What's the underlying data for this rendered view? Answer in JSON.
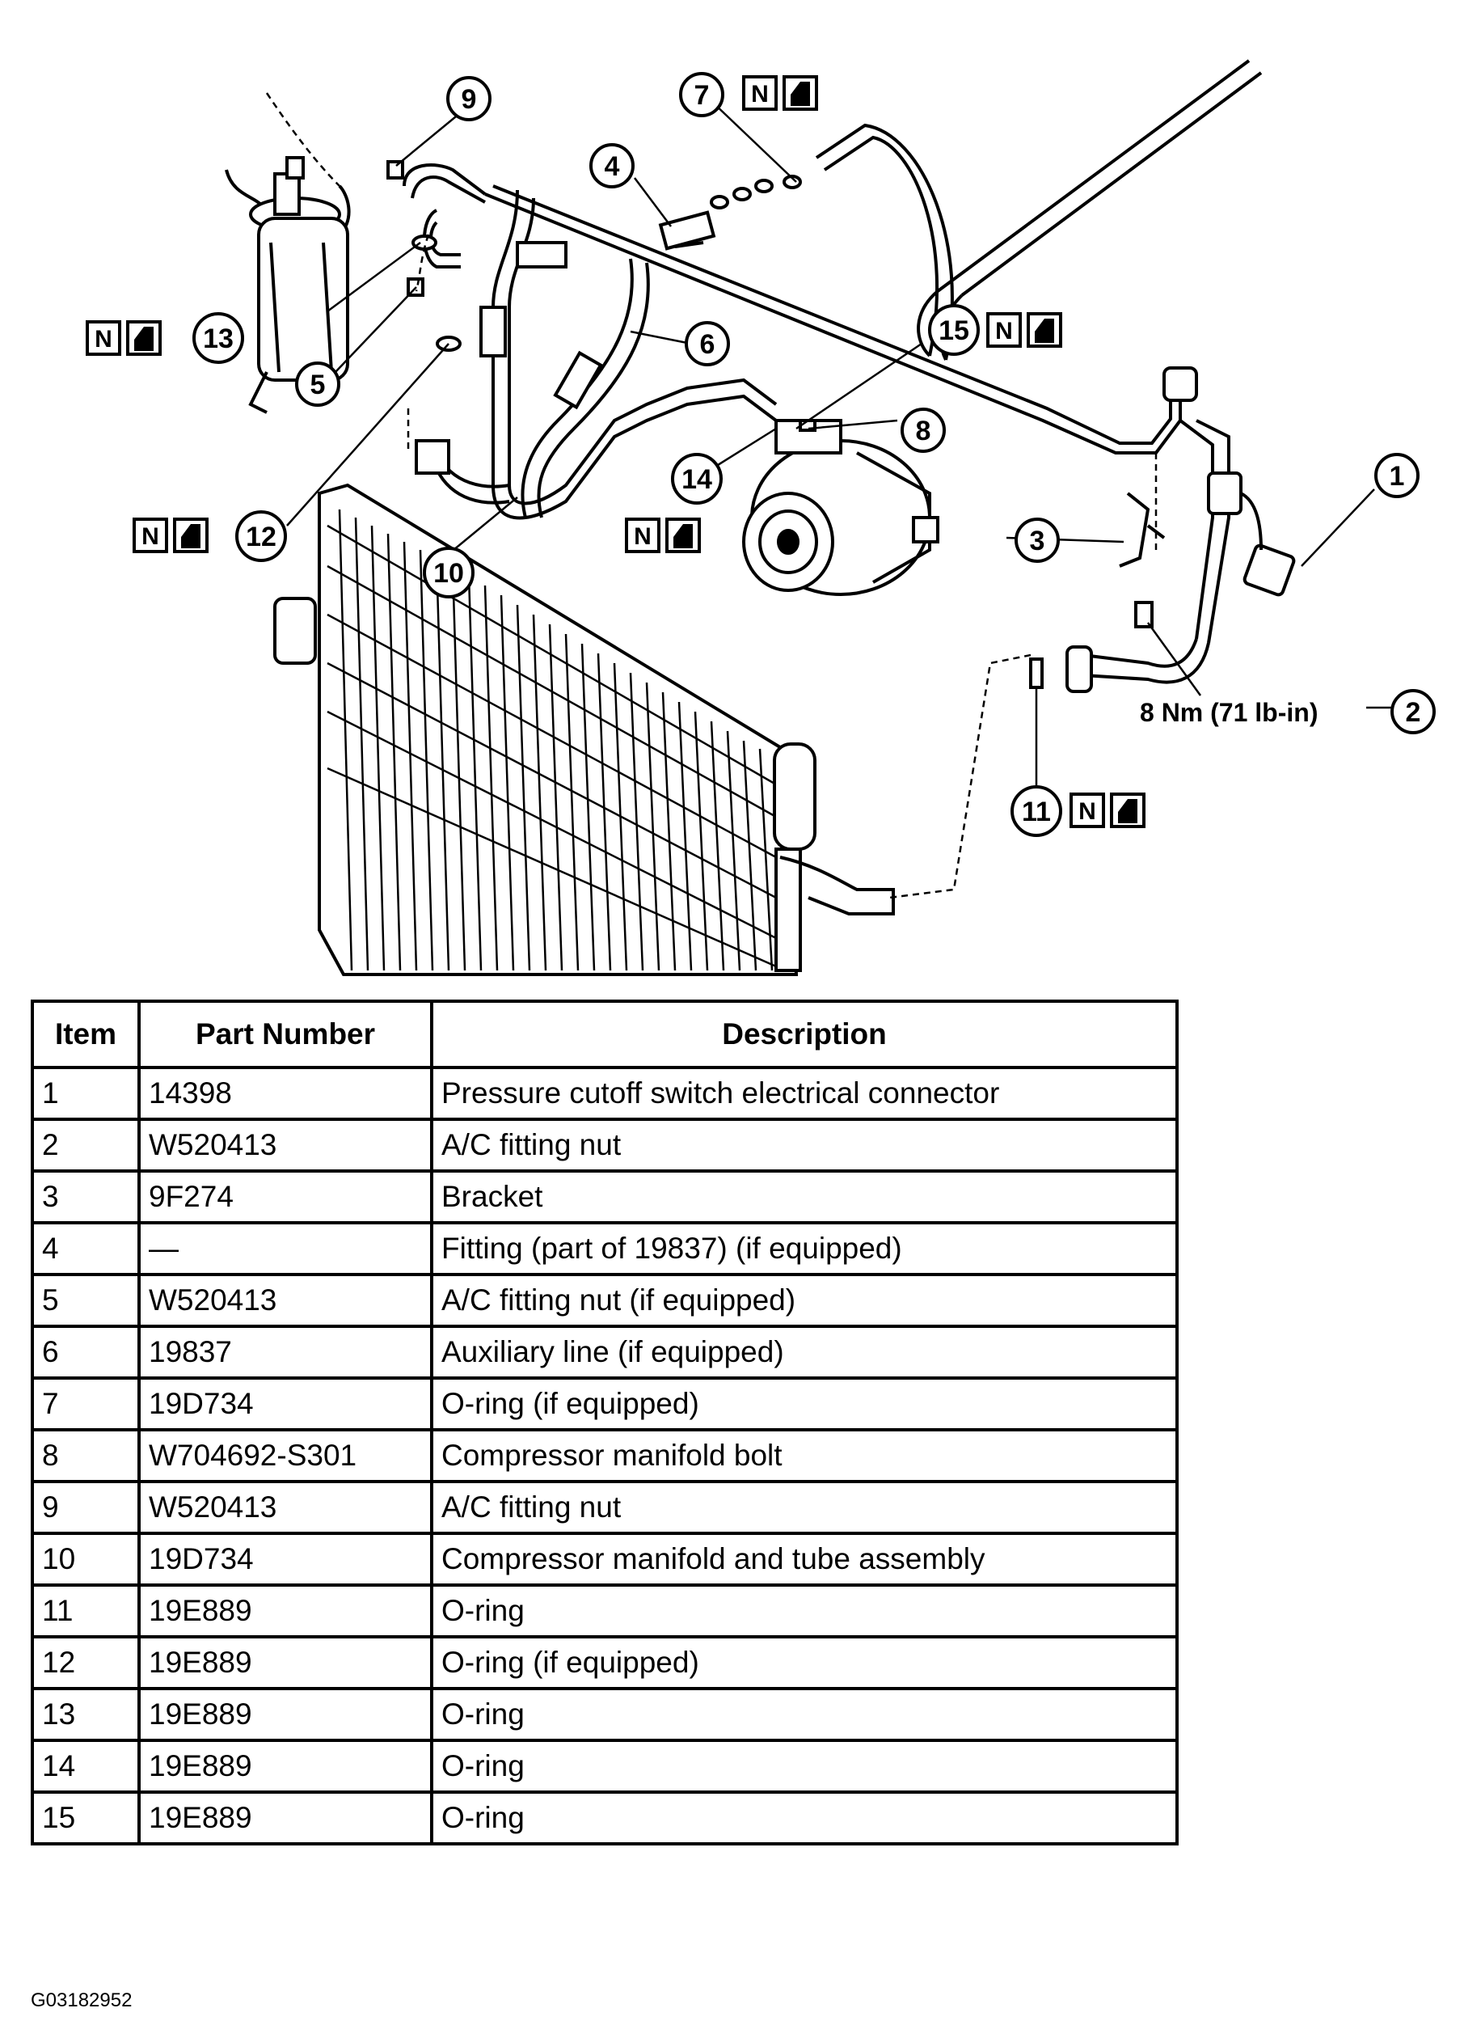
{
  "diagram": {
    "callouts": [
      "1",
      "2",
      "3",
      "4",
      "5",
      "6",
      "7",
      "8",
      "9",
      "10",
      "11",
      "12",
      "13",
      "14",
      "15"
    ],
    "torque_label": "8 Nm (71 lb-in)",
    "new_part_symbol": "N",
    "icon_names": [
      "new-part-n-icon",
      "lubricate-oil-can-icon"
    ]
  },
  "table": {
    "headers": {
      "item": "Item",
      "part_number": "Part Number",
      "description": "Description"
    },
    "rows": [
      {
        "item": "1",
        "part_number": "14398",
        "description": "Pressure cutoff switch electrical connector"
      },
      {
        "item": "2",
        "part_number": "W520413",
        "description": "A/C fitting nut"
      },
      {
        "item": "3",
        "part_number": "9F274",
        "description": "Bracket"
      },
      {
        "item": "4",
        "part_number": "—",
        "description": "Fitting (part of 19837) (if equipped)"
      },
      {
        "item": "5",
        "part_number": "W520413",
        "description": "A/C fitting nut (if equipped)"
      },
      {
        "item": "6",
        "part_number": "19837",
        "description": "Auxiliary line (if equipped)"
      },
      {
        "item": "7",
        "part_number": "19D734",
        "description": "O-ring (if equipped)"
      },
      {
        "item": "8",
        "part_number": "W704692-S301",
        "description": "Compressor manifold bolt"
      },
      {
        "item": "9",
        "part_number": "W520413",
        "description": "A/C fitting nut"
      },
      {
        "item": "10",
        "part_number": "19D734",
        "description": "Compressor manifold and tube assembly"
      },
      {
        "item": "11",
        "part_number": "19E889",
        "description": "O-ring"
      },
      {
        "item": "12",
        "part_number": "19E889",
        "description": "O-ring (if equipped)"
      },
      {
        "item": "13",
        "part_number": "19E889",
        "description": "O-ring"
      },
      {
        "item": "14",
        "part_number": "19E889",
        "description": "O-ring"
      },
      {
        "item": "15",
        "part_number": "19E889",
        "description": "O-ring"
      }
    ]
  },
  "figure_id": "G03182952"
}
